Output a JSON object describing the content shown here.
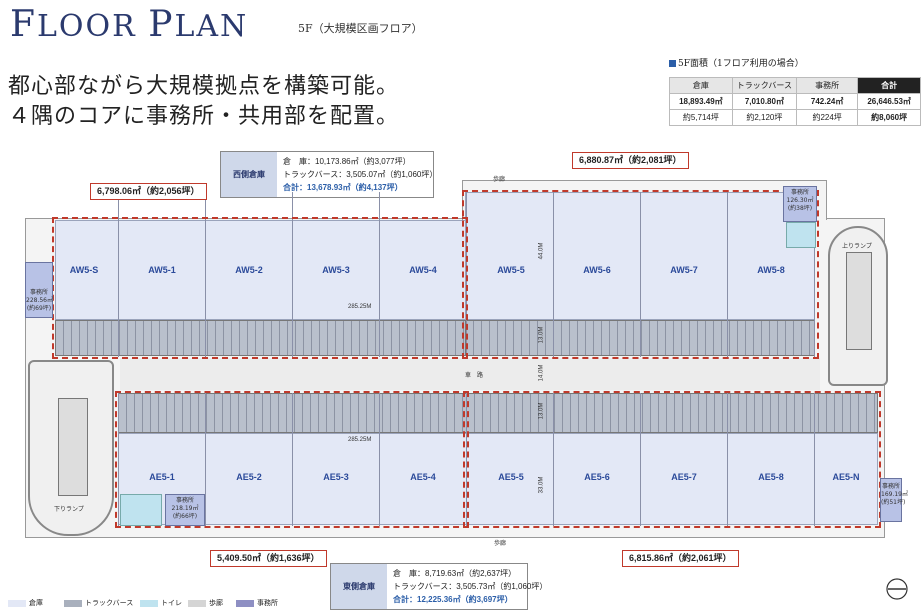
{
  "header": {
    "title_first_big": "F",
    "title_first_rest": "LOOR ",
    "title_second_big": "P",
    "title_second_rest": "LAN",
    "subtitle": "5F（大規模区画フロア）",
    "headline_line1": "都心部ながら大規模拠点を構築可能。",
    "headline_line2": "４隅のコアに事務所・共用部を配置。"
  },
  "area_table": {
    "title": "5F面積（1フロア利用の場合）",
    "headers": [
      "倉庫",
      "トラックバース",
      "事務所",
      "合計"
    ],
    "sqm": [
      "18,893.49㎡",
      "7,010.80㎡",
      "742.24㎡",
      "26,646.53㎡"
    ],
    "tsubo": [
      "約5,714坪",
      "約2,120坪",
      "約224坪",
      "約8,060坪"
    ]
  },
  "west_box": {
    "label": "西側倉庫",
    "line1": "倉　庫：10,173.86㎡（約3,077坪）",
    "line2": "トラックバース：3,505.07㎡（約1,060坪）",
    "line3": "合計：13,678.93㎡（約4,137坪）"
  },
  "east_box": {
    "label": "東側倉庫",
    "line1": "倉　庫：8,719.63㎡（約2,637坪）",
    "line2": "トラックバース：3,505.73㎡（約1,060坪）",
    "line3": "合計：12,225.36㎡（約3,697坪）"
  },
  "callouts": {
    "nw": "6,798.06㎡（約2,056坪）",
    "ne": "6,880.87㎡（約2,081坪）",
    "sw": "5,409.50㎡（約1,636坪）",
    "se": "6,815.86㎡（約2,061坪）"
  },
  "bays_north": [
    "AW5-S",
    "AW5-1",
    "AW5-2",
    "AW5-3",
    "AW5-4",
    "AW5-5",
    "AW5-6",
    "AW5-7",
    "AW5-8"
  ],
  "bays_south": [
    "AE5-1",
    "AE5-2",
    "AE5-3",
    "AE5-4",
    "AE5-5",
    "AE5-6",
    "AE5-7",
    "AE5-8",
    "AE5-N"
  ],
  "plan_labels": {
    "up_ramp": "上りランプ",
    "down_ramp": "下りランプ",
    "corridor_top": "歩廊",
    "corridor_bottom": "歩廊",
    "road": "車　路",
    "dim_north": "285.25M",
    "dim_south": "285.25M",
    "dim_v1": "44.0M",
    "dim_v2": "13.0M",
    "dim_v3": "14.0M",
    "dim_v4": "13.0M",
    "dim_v5": "33.0M",
    "office_nw": "事務所\n228.56㎡\n(約69坪)",
    "office_ne": "事務所\n126.30㎡\n(約38坪)",
    "office_sw": "事務所\n218.19㎡\n(約66坪)",
    "office_se": "事務所\n169.19㎡\n(約51坪)"
  },
  "legend": [
    {
      "label": "倉庫",
      "color": "#e3e8f6"
    },
    {
      "label": "トラックバース",
      "color": "#a9b0bd"
    },
    {
      "label": "トイレ",
      "color": "#bfe3ef"
    },
    {
      "label": "歩廊",
      "color": "#d5d5d5"
    },
    {
      "label": "事務所",
      "color": "#8e8fc3"
    }
  ]
}
